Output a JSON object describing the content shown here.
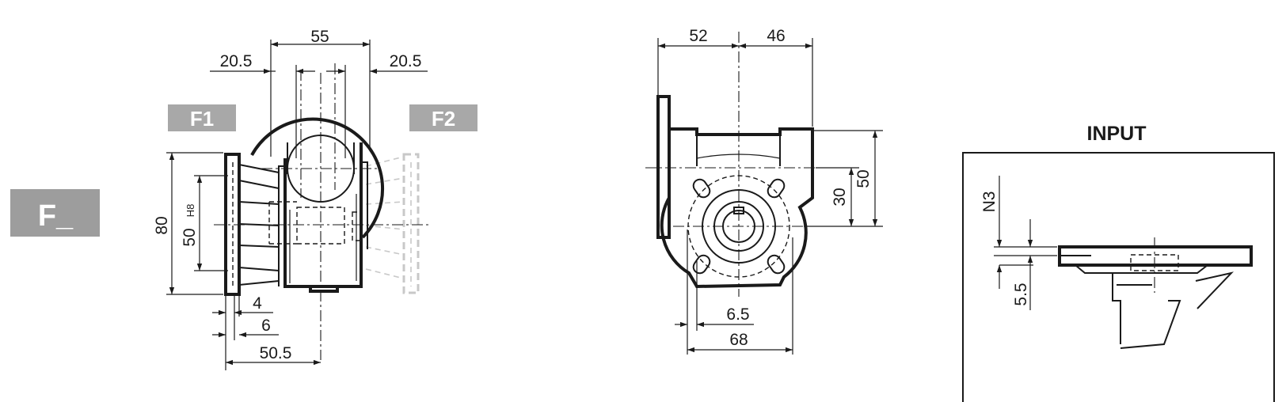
{
  "badges": {
    "f_blank": "F_",
    "f1": "F1",
    "f2": "F2"
  },
  "input_title": "INPUT",
  "side_view": {
    "dim_top": "55",
    "dim_left_offset": "20.5",
    "dim_right_offset": "20.5",
    "dim_height_outer": "80",
    "dim_height_spigot": "50",
    "spigot_tolerance": "H8",
    "dim_4": "4",
    "dim_6": "6",
    "dim_50_5": "50.5"
  },
  "front_view": {
    "dim_52": "52",
    "dim_46": "46",
    "dim_30": "30",
    "dim_50": "50",
    "dim_6_5": "6.5",
    "dim_68": "68"
  },
  "input_detail": {
    "dim_n3": "N3",
    "dim_5_5": "5.5"
  },
  "colors": {
    "line": "#1a1a1a",
    "badge_bg": "#a8a8a8",
    "badge_bg_dark": "#9d9d9d",
    "ghost": "#c8c8c8"
  }
}
